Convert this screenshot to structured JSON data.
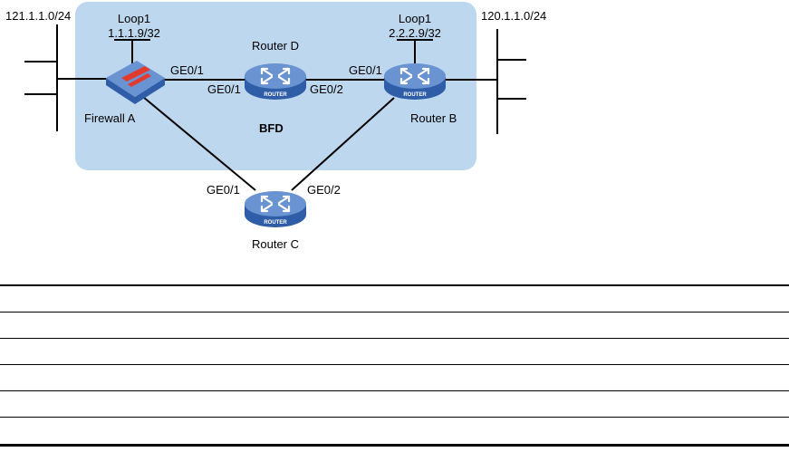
{
  "colors": {
    "bfd_region": "#bdd7ee",
    "device_body": "#2f5da8",
    "device_top": "#6a93d2",
    "firewall_stripe": "#e23b2e",
    "line": "#000000"
  },
  "icons": [
    "firewall-icon",
    "router-icon"
  ],
  "labels": {
    "net_left": "121.1.1.0/24",
    "net_right": "120.1.1.0/24",
    "loop_a_name": "Loop1",
    "loop_a_addr": "1.1.1.9/32",
    "loop_b_name": "Loop1",
    "loop_b_addr": "2.2.2.9/32",
    "router_d": "Router D",
    "firewall_a": "Firewall A",
    "router_b": "Router B",
    "router_c": "Router C",
    "bfd": "BFD",
    "fw_a_ge01": "GE0/1",
    "rd_ge01": "GE0/1",
    "rd_ge02": "GE0/2",
    "rb_ge01": "GE0/1",
    "rc_ge01": "GE0/1",
    "rc_ge02": "GE0/2",
    "router_badge": "ROUTER"
  }
}
